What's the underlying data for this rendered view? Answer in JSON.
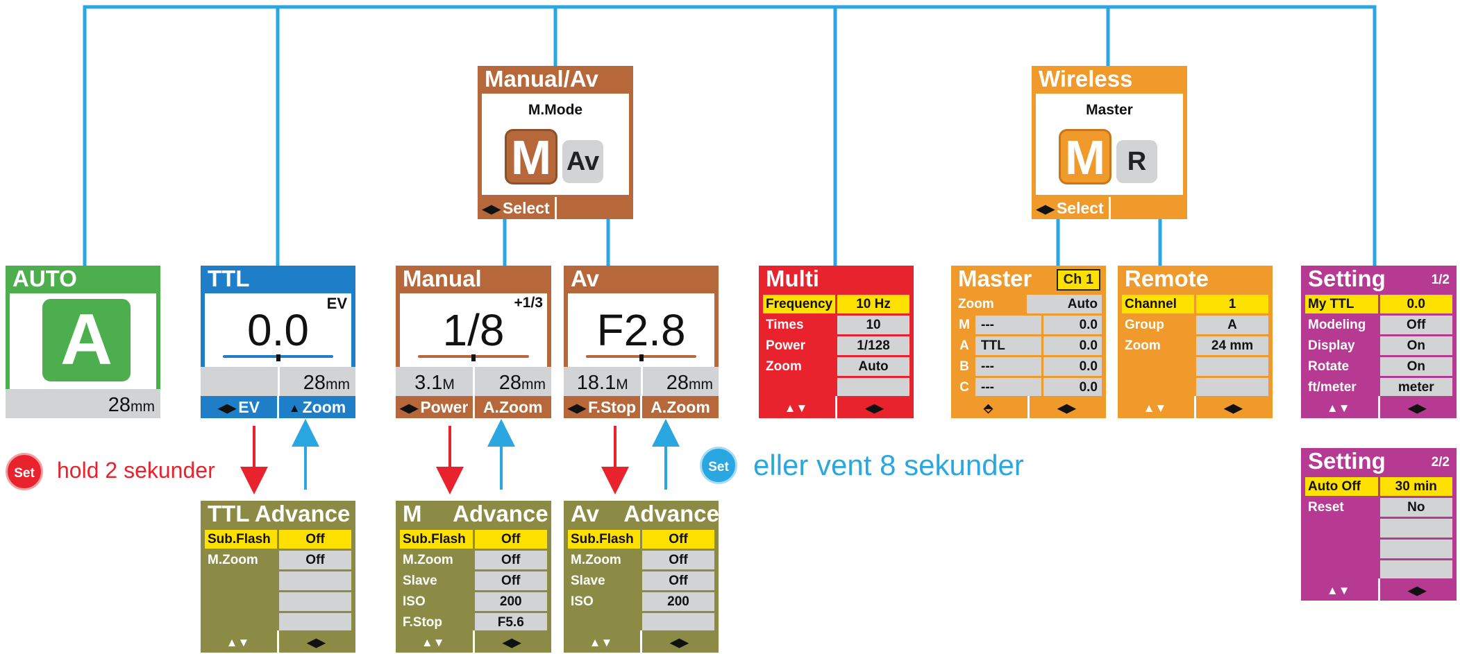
{
  "colors": {
    "auto": "#4cae4c",
    "ttl": "#1e7ec7",
    "manual": "#b7683a",
    "wireless": "#ef9a2a",
    "multi": "#e8232d",
    "setting": "#b63a92",
    "advance": "#8c8b45",
    "wire": "#2aa7e0",
    "red": "#e8232d"
  },
  "auto": {
    "title": "AUTO",
    "letter": "A",
    "zoom": "28",
    "unit": "mm"
  },
  "ttl": {
    "title": "TTL",
    "ev_label": "EV",
    "value": "0.0",
    "zoom": "28",
    "unit": "mm",
    "foot_left": "EV",
    "foot_right": "Zoom"
  },
  "manual_av": {
    "title": "Manual/Av",
    "subtitle": "M.Mode",
    "opt_m": "M",
    "opt_av": "Av",
    "foot": "Select"
  },
  "manual": {
    "title": "Manual",
    "value": "1/8",
    "frac": "+1/3",
    "dist": "3.1",
    "dist_unit": "M",
    "zoom": "28",
    "unit": "mm",
    "foot_left": "Power",
    "foot_right": "A.Zoom"
  },
  "av": {
    "title": "Av",
    "value": "F2.8",
    "dist": "18.1",
    "dist_unit": "M",
    "zoom": "28",
    "unit": "mm",
    "foot_left": "F.Stop",
    "foot_right": "A.Zoom"
  },
  "multi": {
    "title": "Multi",
    "rows": [
      {
        "k": "Frequency",
        "v": "10  Hz"
      },
      {
        "k": "Times",
        "v": "10"
      },
      {
        "k": "Power",
        "v": "1/128"
      },
      {
        "k": "Zoom",
        "v": "Auto"
      },
      {
        "k": "",
        "v": ""
      }
    ]
  },
  "wireless": {
    "title": "Wireless",
    "subtitle": "Master",
    "opt_m": "M",
    "opt_r": "R",
    "foot": "Select"
  },
  "master": {
    "title": "Master",
    "channel": "Ch 1",
    "zoom_label": "Zoom",
    "zoom_value": "Auto",
    "groups": [
      {
        "g": "M",
        "mode": "---",
        "v": "0.0"
      },
      {
        "g": "A",
        "mode": "TTL",
        "v": "0.0"
      },
      {
        "g": "B",
        "mode": "---",
        "v": "0.0"
      },
      {
        "g": "C",
        "mode": "---",
        "v": "0.0"
      }
    ]
  },
  "remote": {
    "title": "Remote",
    "rows": [
      {
        "k": "Channel",
        "v": "1"
      },
      {
        "k": "Group",
        "v": "A"
      },
      {
        "k": "Zoom",
        "v": "24 mm"
      },
      {
        "k": "",
        "v": ""
      },
      {
        "k": "",
        "v": ""
      }
    ]
  },
  "setting1": {
    "title": "Setting",
    "page": "1/2",
    "rows": [
      {
        "k": "My TTL",
        "v": "0.0"
      },
      {
        "k": "Modeling",
        "v": "Off"
      },
      {
        "k": "Display",
        "v": "On"
      },
      {
        "k": "Rotate",
        "v": "On"
      },
      {
        "k": "ft/meter",
        "v": "meter"
      }
    ]
  },
  "setting2": {
    "title": "Setting",
    "page": "2/2",
    "rows": [
      {
        "k": "Auto Off",
        "v": "30 min"
      },
      {
        "k": "Reset",
        "v": "No"
      },
      {
        "k": "",
        "v": ""
      },
      {
        "k": "",
        "v": ""
      },
      {
        "k": "",
        "v": ""
      }
    ]
  },
  "ttl_adv": {
    "title": "TTL  Advance",
    "rows": [
      {
        "k": "Sub.Flash",
        "v": "Off"
      },
      {
        "k": "M.Zoom",
        "v": "Off"
      },
      {
        "k": "",
        "v": ""
      },
      {
        "k": "",
        "v": ""
      },
      {
        "k": "",
        "v": ""
      }
    ]
  },
  "m_adv": {
    "title": "M     Advance",
    "rows": [
      {
        "k": "Sub.Flash",
        "v": "Off"
      },
      {
        "k": "M.Zoom",
        "v": "Off"
      },
      {
        "k": "Slave",
        "v": "Off"
      },
      {
        "k": "ISO",
        "v": "200"
      },
      {
        "k": "F.Stop",
        "v": "F5.6"
      }
    ]
  },
  "av_adv": {
    "title": "Av    Advance",
    "rows": [
      {
        "k": "Sub.Flash",
        "v": "Off"
      },
      {
        "k": "M.Zoom",
        "v": "Off"
      },
      {
        "k": "Slave",
        "v": "Off"
      },
      {
        "k": "ISO",
        "v": "200"
      },
      {
        "k": "",
        "v": ""
      }
    ]
  },
  "notes": {
    "set": "Set",
    "hold": "hold 2 sekunder",
    "wait": "eller vent 8 sekunder"
  }
}
